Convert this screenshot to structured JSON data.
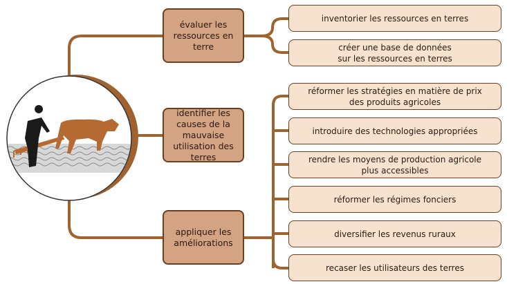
{
  "colors": {
    "connector": "#a0622f",
    "mid_box": "#d3a383",
    "leaf_box": "#f6e2cf",
    "border": "#6a3f22"
  },
  "illustration": "farmer-plowing-with-ox-icon",
  "steps": [
    {
      "label": "évaluer les ressources en terre",
      "actions": [
        "inventorier les ressources en terres",
        "créer une base de données\nsur les ressources en terres"
      ]
    },
    {
      "label": "identifier les causes de la mauvaise utilisation des terres",
      "actions": []
    },
    {
      "label": "appliquer les améliorations",
      "actions": [
        "réformer les stratégies en matière de prix\ndes produits agricoles",
        "introduire des technologies appropriées",
        "rendre les moyens de production agricole\nplus accessibles",
        "réformer les régimes fonciers",
        "diversifier les revenus ruraux",
        "recaser les utilisateurs des terres"
      ]
    }
  ]
}
